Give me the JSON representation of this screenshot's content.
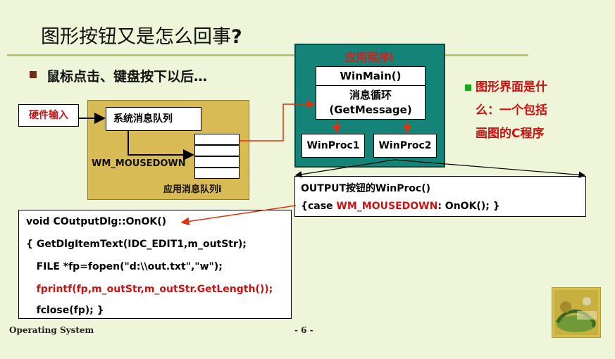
{
  "slide": {
    "title": "图形按钮又是怎么回事",
    "title_qmark": "?",
    "bullet": "鼠标点击、键盘按下以后…"
  },
  "diagram": {
    "hardware_input": "硬件输入",
    "system_queue": "系统消息队列",
    "wm_mousedown": "WM_MOUSEDOWN",
    "app_queue": "应用消息队列i",
    "app_label": "应用程序i",
    "winmain": "WinMain()",
    "msg_loop": "消息循环",
    "get_message": "(GetMessage)",
    "winproc1": "WinProc1",
    "winproc2": "WinProc2"
  },
  "side_note": {
    "line1": "图形界面是什",
    "line2": "么：一个包括",
    "line3": "画图的C程序"
  },
  "output_box": {
    "line1": "OUTPUT按钮的WinProc()",
    "line2_a": "{case ",
    "line2_b": "WM_MOUSEDOWN",
    "line2_c": ": OnOK(); }"
  },
  "code": {
    "l1": "void COutputDlg::OnOK()",
    "l2": "{  GetDlgItemText(IDC_EDIT1,m_outStr);",
    "l3": "   FILE *fp=fopen(\"d:\\\\out.txt\",\"w\");",
    "l4": "   fprintf(fp,m_outStr,m_outStr.GetLength());",
    "l5": "   fclose(fp); }"
  },
  "footer": {
    "left": "Operating System",
    "page": "- 6 -"
  },
  "colors": {
    "background": "#eef5d8",
    "accent_red": "#cc1111",
    "app_teal": "#138477",
    "queue_gold": "#d9bb55"
  }
}
